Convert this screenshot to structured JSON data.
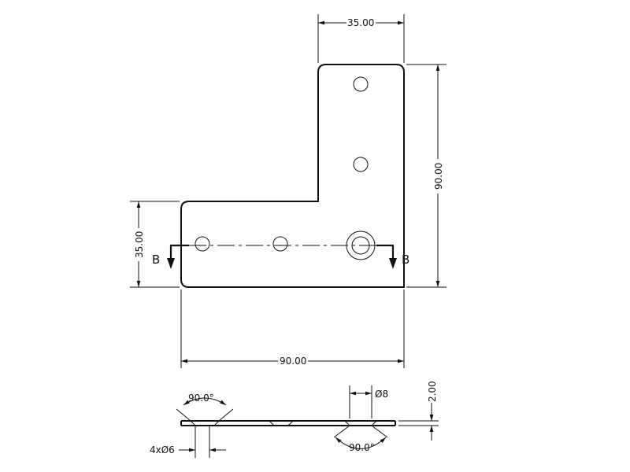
{
  "dimensions": {
    "top_width": "35.00",
    "total_height": "90.00",
    "leg_height": "35.00",
    "total_width": "90.00",
    "thickness": "2.00",
    "hole_diameter": "Ø8",
    "countersink_left": "90.0°",
    "countersink_right": "90.0°",
    "hole_count_diameter": "4xØ6"
  },
  "section_marks": {
    "left": "B",
    "right": "B"
  }
}
